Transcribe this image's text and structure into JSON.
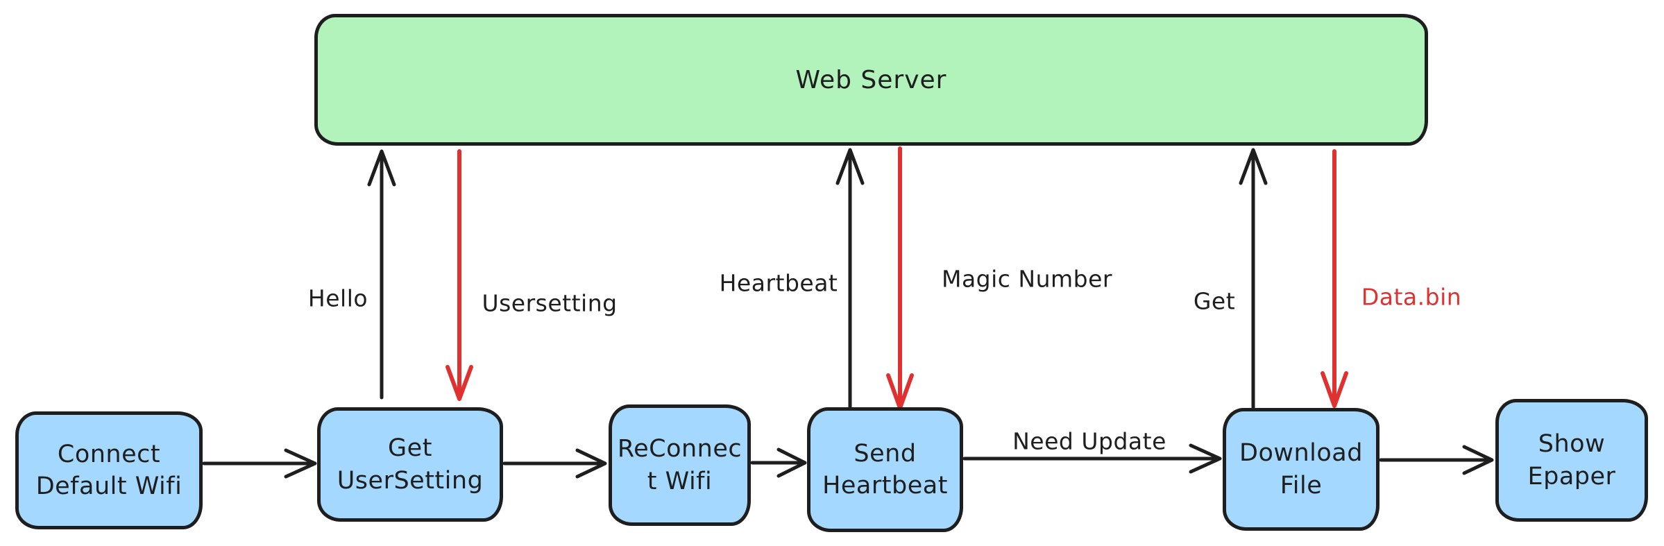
{
  "colors": {
    "stroke": "#1e1e1e",
    "arrow-red": "#e03131",
    "server-fill": "#b2f2bb",
    "node-fill": "#a5d8ff",
    "background": "#ffffff"
  },
  "server": {
    "label": "Web Server"
  },
  "nodes": [
    {
      "id": "connect-default-wifi",
      "label": "Connect\nDefault Wifi"
    },
    {
      "id": "get-usersetting",
      "label": "Get\nUserSetting"
    },
    {
      "id": "reconnect-wifi",
      "label": "ReConnec\nt Wifi"
    },
    {
      "id": "send-heartbeat",
      "label": "Send\nHeartbeat"
    },
    {
      "id": "download-file",
      "label": "Download\nFile"
    },
    {
      "id": "show-epaper",
      "label": "Show\nEpaper"
    }
  ],
  "edges": {
    "hello": {
      "label": "Hello",
      "direction": "up",
      "color": "#1e1e1e",
      "from": "get-usersetting",
      "to": "web-server"
    },
    "usersetting": {
      "label": "Usersetting",
      "direction": "down",
      "color": "#e03131",
      "from": "web-server",
      "to": "get-usersetting"
    },
    "heartbeat": {
      "label": "Heartbeat",
      "direction": "up",
      "color": "#1e1e1e",
      "from": "send-heartbeat",
      "to": "web-server"
    },
    "magic_number": {
      "label": "Magic Number",
      "direction": "down",
      "color": "#e03131",
      "from": "web-server",
      "to": "send-heartbeat"
    },
    "get": {
      "label": "Get",
      "direction": "up",
      "color": "#1e1e1e",
      "from": "download-file",
      "to": "web-server"
    },
    "data_bin": {
      "label": "Data.bin",
      "direction": "down",
      "color": "#e03131",
      "from": "web-server",
      "to": "download-file"
    },
    "need_update": {
      "label": "Need Update",
      "direction": "right",
      "color": "#1e1e1e",
      "from": "send-heartbeat",
      "to": "download-file"
    }
  }
}
